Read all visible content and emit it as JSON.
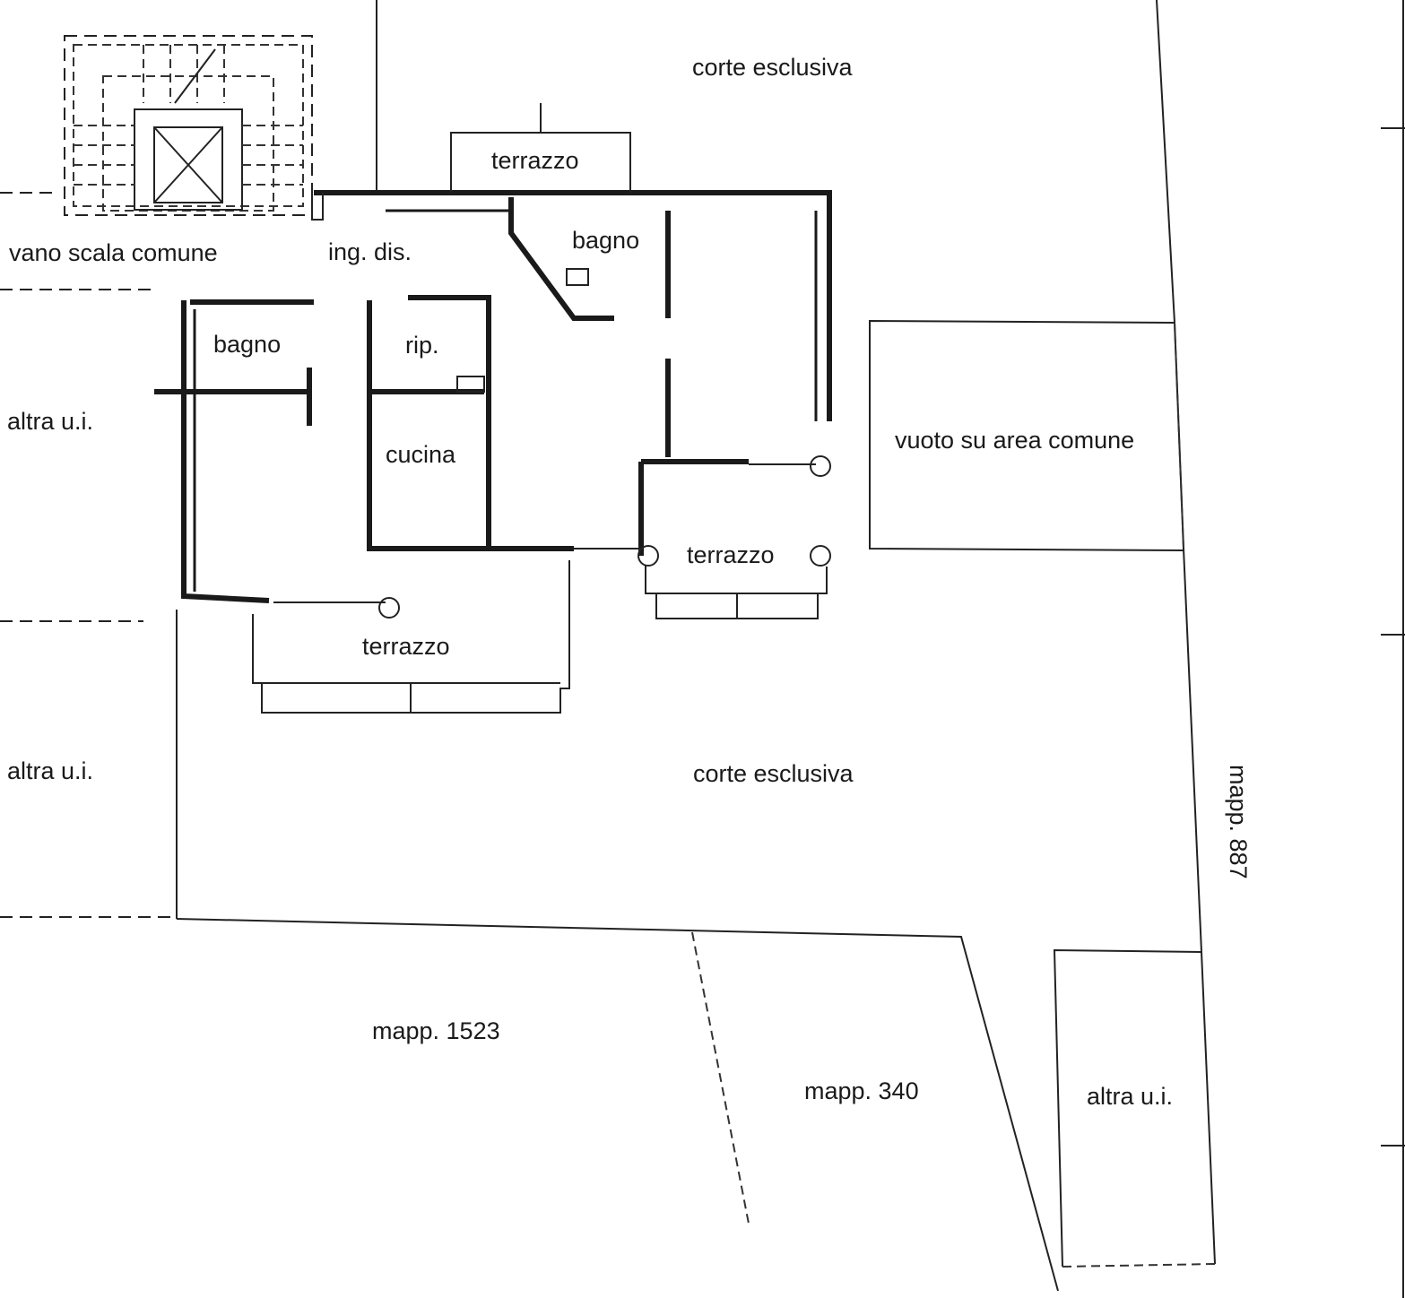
{
  "plan": {
    "labels": {
      "corte_top": "corte esclusiva",
      "terrazzo_top": "terrazzo",
      "bagno_main": "bagno",
      "vano_scala": "vano scala comune",
      "ing_dis": "ing. dis.",
      "bagno_left": "bagno",
      "rip": "rip.",
      "altra_ui_1": "altra u.i.",
      "cucina": "cucina",
      "vuoto": "vuoto su area comune",
      "terrazzo_right": "terrazzo",
      "terrazzo_bottom": "terrazzo",
      "altra_ui_2": "altra u.i.",
      "corte_bottom": "corte esclusiva",
      "mapp_887": "mapp. 887",
      "mapp_1523": "mapp. 1523",
      "mapp_340": "mapp. 340",
      "altra_ui_3": "altra u.i."
    }
  }
}
